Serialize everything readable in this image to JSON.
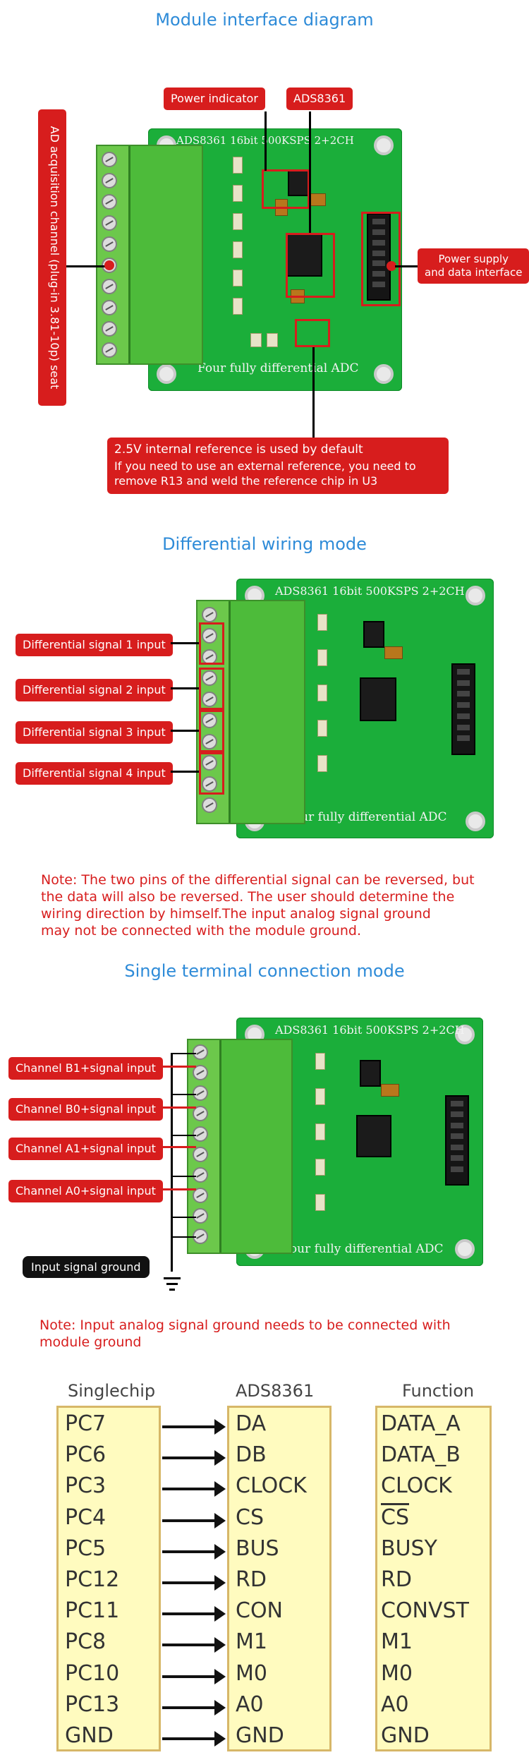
{
  "section1": {
    "title": "Module interface diagram",
    "board_label": "ADS8361 16bit 500KSPS 2+2CH",
    "board_footer": "Four fully differential ADC",
    "tag_power_indicator": "Power indicator",
    "tag_chip": "ADS8361",
    "tag_supply": "Power supply\nand data interface",
    "tag_channel": "AD acquisition channel (plug-in 3.81-10p) seat",
    "note_line1": "2.5V internal reference is used by default",
    "note_line2": "If you need to use an external reference, you need to",
    "note_line3": "remove R13 and weld the reference chip in U3"
  },
  "section2": {
    "title": "Differential wiring mode",
    "board_label": "ADS8361 16bit 500KSPS 2+2CH",
    "board_footer": "Four fully differential ADC",
    "signals": [
      "Differential signal 1 input",
      "Differential signal 2 input",
      "Differential signal 3 input",
      "Differential signal 4 input"
    ],
    "note_line1": "Note: The two pins of the differential signal can be reversed, but",
    "note_line2": "the data will also be reversed. The user should determine the",
    "note_line3": "wiring direction by himself.The input analog signal ground",
    "note_line4": "may not be connected with the module ground."
  },
  "section3": {
    "title": "Single terminal connection mode",
    "board_label": "ADS8361 16bit 500KSPS 2+2CH",
    "board_footer": "Four fully differential ADC",
    "channels": [
      "Channel B1+signal input",
      "Channel B0+signal input",
      "Channel A1+signal input",
      "Channel A0+signal input"
    ],
    "ground_label": "Input signal ground",
    "note_line1": "Note: Input analog signal ground needs to be connected with",
    "note_line2": "module ground"
  },
  "pinmap": {
    "headers": {
      "mcu": "Singlechip",
      "adc": "ADS8361",
      "func": "Function"
    },
    "rows": [
      {
        "mcu": "PC7",
        "adc": "DA",
        "func": "DATA_A"
      },
      {
        "mcu": "PC6",
        "adc": "DB",
        "func": "DATA_B"
      },
      {
        "mcu": "PC3",
        "adc": "CLOCK",
        "func": "CLOCK"
      },
      {
        "mcu": "PC4",
        "adc": "CS",
        "func": "CS"
      },
      {
        "mcu": "PC5",
        "adc": "BUS",
        "func": "BUSY"
      },
      {
        "mcu": "PC12",
        "adc": "RD",
        "func": "RD"
      },
      {
        "mcu": "PC11",
        "adc": "CON",
        "func": "CONVST"
      },
      {
        "mcu": "PC8",
        "adc": "M1",
        "func": "M1"
      },
      {
        "mcu": "PC10",
        "adc": "M0",
        "func": "M0"
      },
      {
        "mcu": "PC13",
        "adc": "A0",
        "func": "A0"
      },
      {
        "mcu": "GND",
        "adc": "GND",
        "func": "GND"
      }
    ]
  },
  "colors": {
    "title_blue": "#2e8bd8",
    "tag_red": "#d71d1d",
    "pcb_green": "#1bae3a",
    "table_fill": "#fffbbf"
  }
}
